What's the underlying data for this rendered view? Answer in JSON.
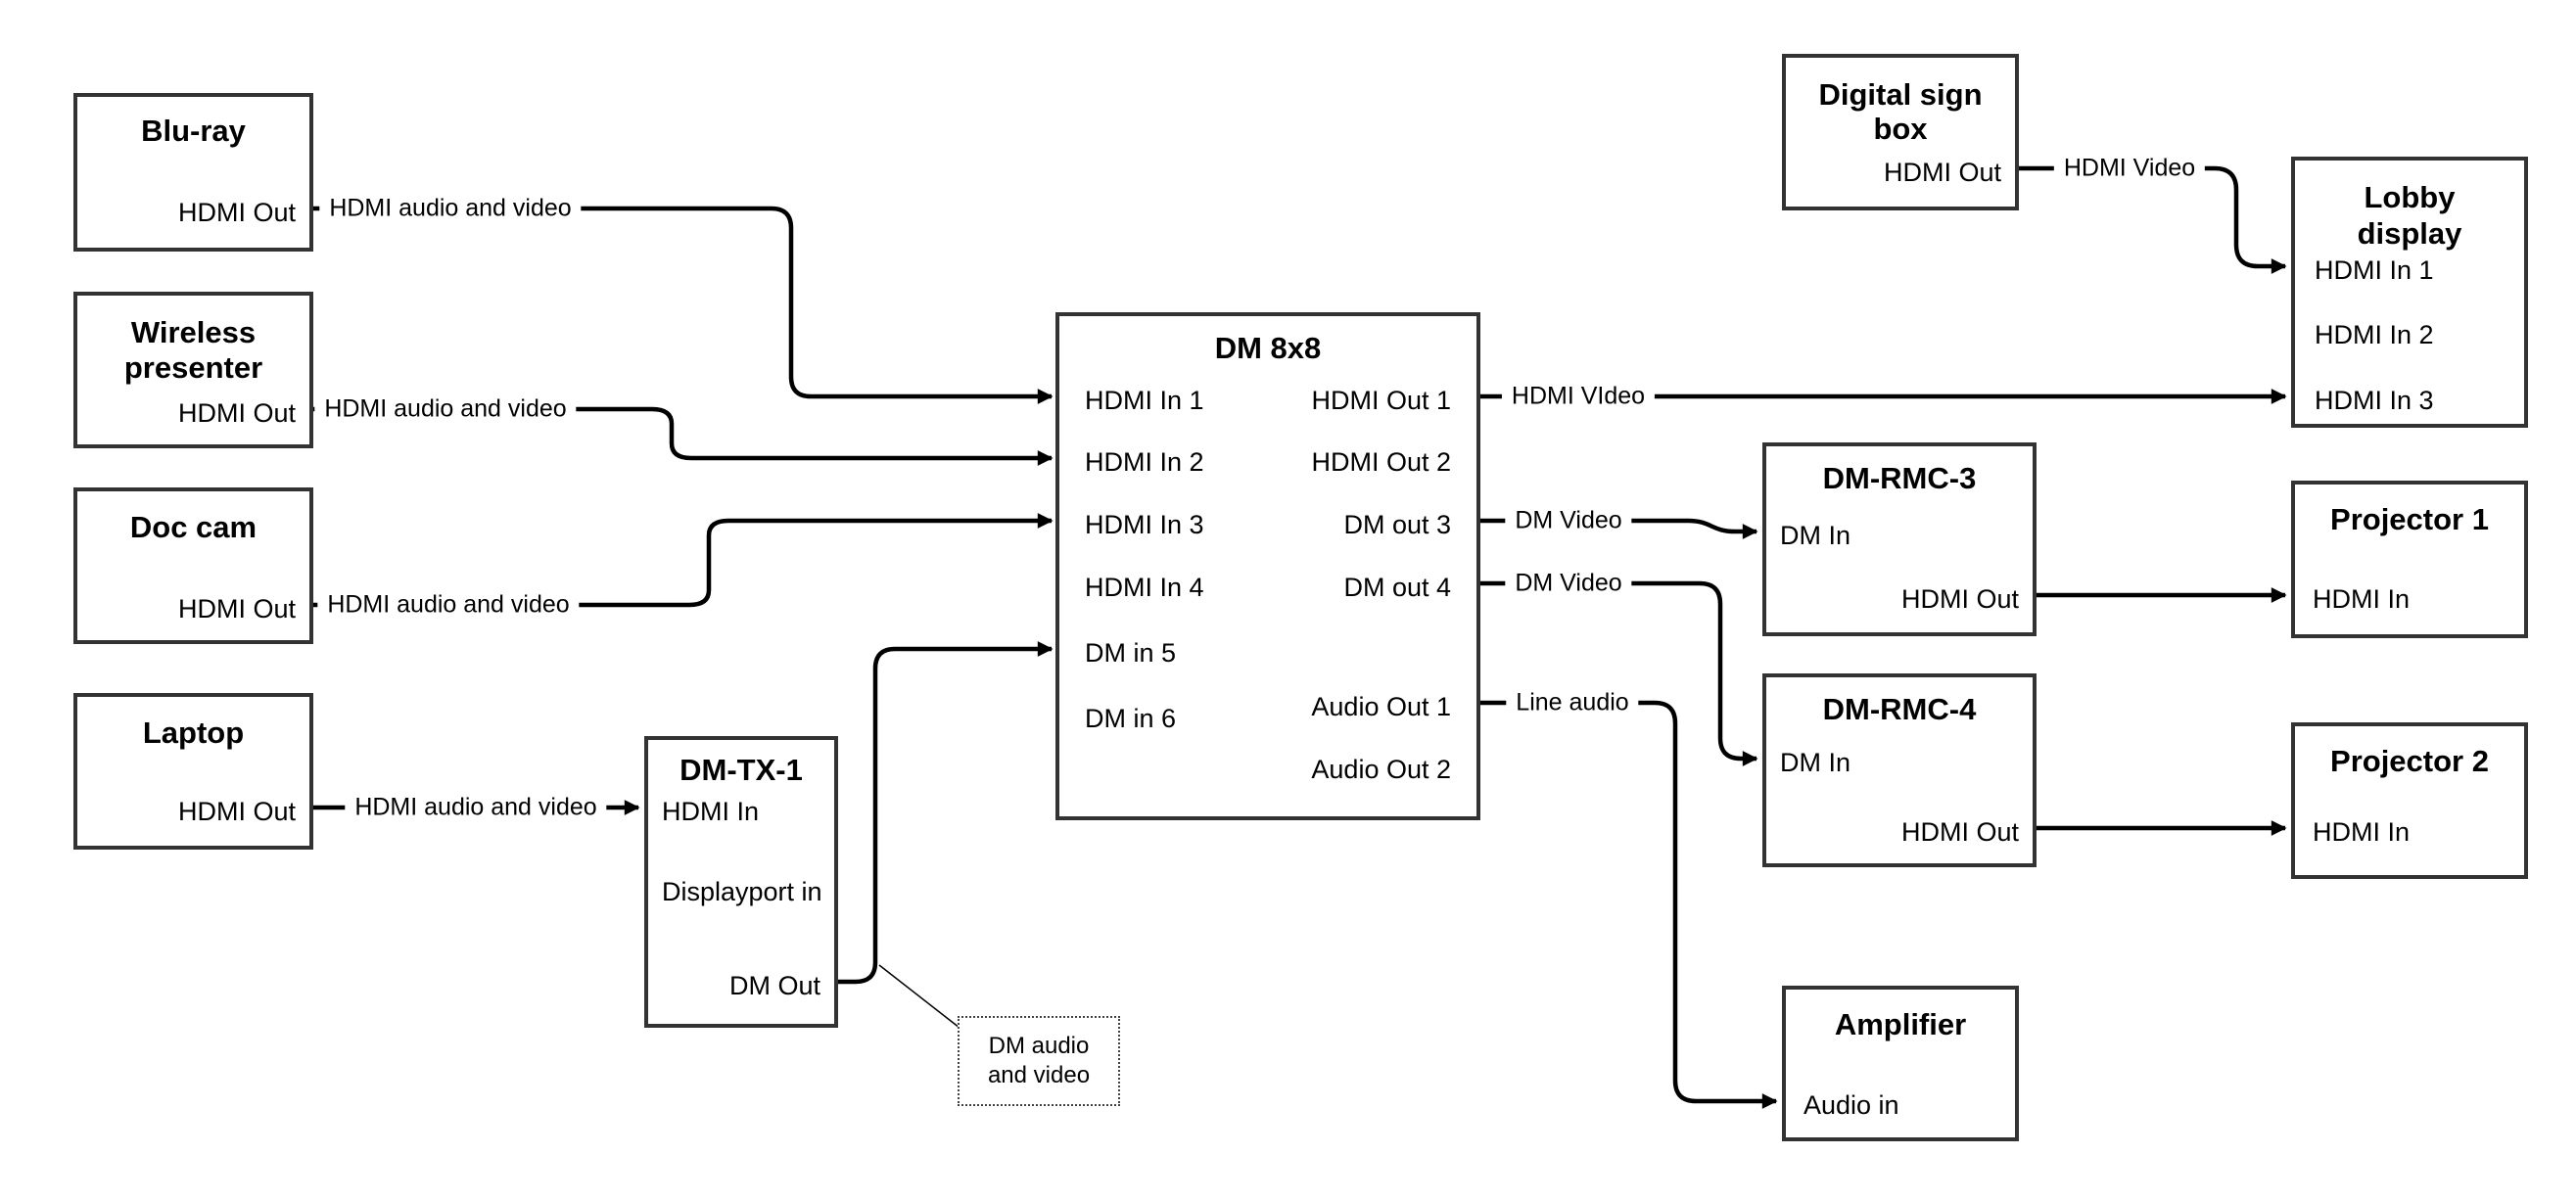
{
  "nodes": {
    "bluray": {
      "title": "Blu-ray",
      "ports": {
        "hdmi_out": "HDMI Out"
      }
    },
    "wireless_presenter": {
      "title_line1": "Wireless",
      "title_line2": "presenter",
      "ports": {
        "hdmi_out": "HDMI Out"
      }
    },
    "doc_cam": {
      "title": "Doc cam",
      "ports": {
        "hdmi_out": "HDMI Out"
      }
    },
    "laptop": {
      "title": "Laptop",
      "ports": {
        "hdmi_out": "HDMI Out"
      }
    },
    "dm_tx_1": {
      "title": "DM-TX-1",
      "ports": {
        "hdmi_in": "HDMI In",
        "displayport_in": "Displayport in",
        "dm_out": "DM Out"
      }
    },
    "dm_8x8": {
      "title": "DM 8x8",
      "ports": {
        "hdmi_in_1": "HDMI In 1",
        "hdmi_in_2": "HDMI In 2",
        "hdmi_in_3": "HDMI In 3",
        "hdmi_in_4": "HDMI In 4",
        "dm_in_5": "DM in 5",
        "dm_in_6": "DM in 6",
        "hdmi_out_1": "HDMI Out 1",
        "hdmi_out_2": "HDMI Out 2",
        "dm_out_3": "DM out 3",
        "dm_out_4": "DM out 4",
        "audio_out_1": "Audio Out 1",
        "audio_out_2": "Audio Out 2"
      }
    },
    "digital_sign_box": {
      "title_line1": "Digital sign",
      "title_line2": "box",
      "ports": {
        "hdmi_out": "HDMI Out"
      }
    },
    "lobby_display": {
      "title_line1": "Lobby",
      "title_line2": "display",
      "ports": {
        "hdmi_in_1": "HDMI In 1",
        "hdmi_in_2": "HDMI In 2",
        "hdmi_in_3": "HDMI In 3"
      }
    },
    "dm_rmc_3": {
      "title": "DM-RMC-3",
      "ports": {
        "dm_in": "DM In",
        "hdmi_out": "HDMI Out"
      }
    },
    "dm_rmc_4": {
      "title": "DM-RMC-4",
      "ports": {
        "dm_in": "DM In",
        "hdmi_out": "HDMI Out"
      }
    },
    "projector_1": {
      "title": "Projector 1",
      "ports": {
        "hdmi_in": "HDMI In"
      }
    },
    "projector_2": {
      "title": "Projector 2",
      "ports": {
        "hdmi_in": "HDMI In"
      }
    },
    "amplifier": {
      "title": "Amplifier",
      "ports": {
        "audio_in": "Audio in"
      }
    }
  },
  "edge_labels": {
    "bluray_to_dm8x8": "HDMI audio and video",
    "wireless_to_dm8x8": "HDMI audio and video",
    "doccam_to_dm8x8": "HDMI audio and video",
    "laptop_to_dmtx1": "HDMI audio and video",
    "dm8x8_out1_to_lobby": "HDMI VIdeo",
    "sign_to_lobby": "HDMI Video",
    "dm8x8_out3_to_rmc3": "DM Video",
    "dm8x8_out4_to_rmc4": "DM Video",
    "dm8x8_audio1_to_amp": "Line audio",
    "dm_callout": "DM audio and video"
  },
  "colors": {
    "line": "#000000",
    "box_border": "#333333",
    "background": "#ffffff"
  }
}
